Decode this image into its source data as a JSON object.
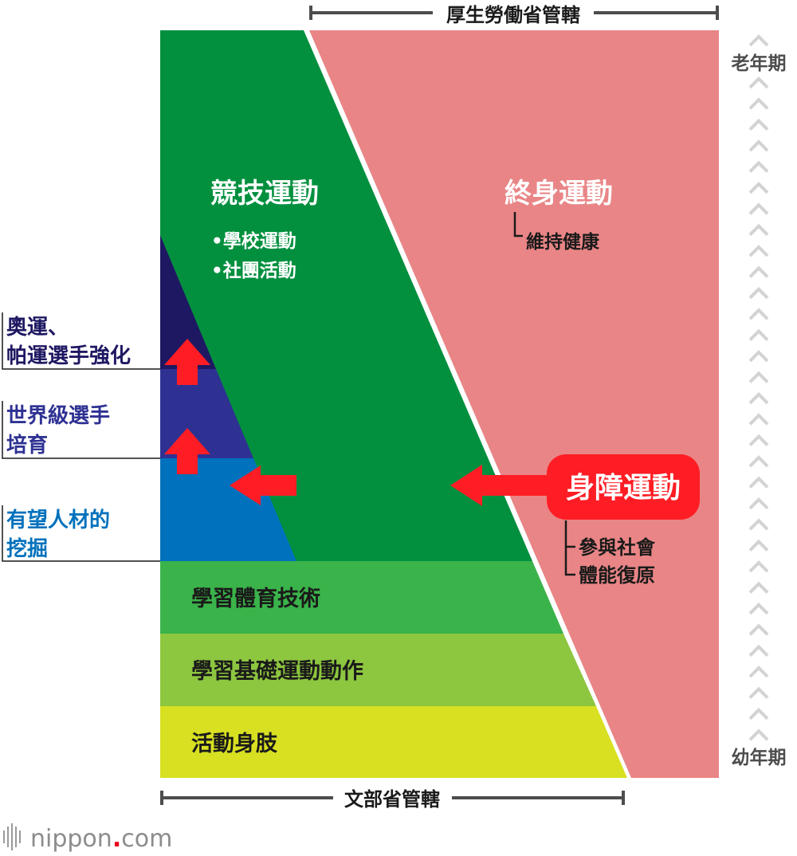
{
  "top_bracket_label": "厚生勞働省管轄",
  "bottom_bracket_label": "文部省管轄",
  "competitive": {
    "title": "競技運動",
    "items": [
      "•學校運動",
      "•社團活動"
    ]
  },
  "lifelong": {
    "title": "終身運動",
    "sub": "維持健康"
  },
  "parasport": {
    "title": "身障運動",
    "items": [
      "參與社會",
      "體能復原"
    ]
  },
  "pyramid_left_labels": [
    [
      "奧運、",
      "帕運選手強化"
    ],
    [
      "世界級選手",
      "培育"
    ],
    [
      "有望人材的",
      "挖掘"
    ]
  ],
  "foundation_bands": [
    "學習體育技術",
    "學習基礎運動動作",
    "活動身肢"
  ],
  "age_axis": {
    "top": "老年期",
    "bottom": "幼年期"
  },
  "brand": {
    "name": "nippon",
    "dot": ".",
    "tld": "com"
  },
  "colors": {
    "competitive_green": "#02903f",
    "lifelong_pink": "#e98586",
    "band_1": "#3ab34a",
    "band_2": "#8dc63f",
    "band_3": "#d8e021",
    "pyramid_top": "#1e1862",
    "pyramid_mid": "#2e3192",
    "pyramid_low": "#0071bc",
    "arrow_red": "#ff1d25",
    "label_navy": "#1e1862",
    "label_indigo": "#2e3192",
    "label_blue": "#0071bc"
  }
}
